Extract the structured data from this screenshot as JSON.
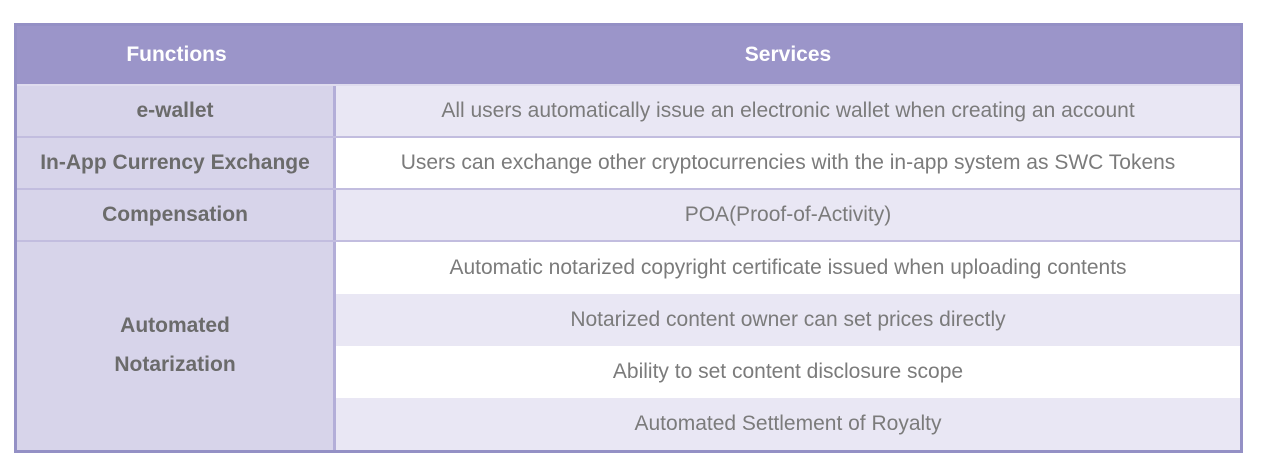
{
  "table": {
    "headers": [
      "Functions",
      "Services"
    ],
    "rows": [
      {
        "function": "e-wallet",
        "services": [
          "All users automatically issue an electronic wallet when creating an account"
        ]
      },
      {
        "function": "In-App Currency Exchange",
        "services": [
          "Users can exchange other cryptocurrencies with the in-app system as SWC Tokens"
        ]
      },
      {
        "function": "Compensation",
        "services": [
          "POA(Proof-of-Activity)"
        ]
      },
      {
        "function": "Automated\nNotarization",
        "services": [
          "Automatic notarized copyright certificate issued when uploading contents",
          "Notarized content owner can set prices directly",
          "Ability to set content disclosure scope",
          "Automated Settlement of Royalty"
        ]
      }
    ],
    "colors": {
      "header_bg": "#9b95c9",
      "header_text": "#ffffff",
      "function_cell_bg": "#d7d4ea",
      "service_cell_lavender": "#e9e7f4",
      "service_cell_white": "#ffffff",
      "row_border": "#c2bddf",
      "column_divider": "#b3aed8",
      "outer_border": "#9490c5",
      "body_text": "#7b7b7b",
      "function_text": "#6b6b6b"
    }
  }
}
